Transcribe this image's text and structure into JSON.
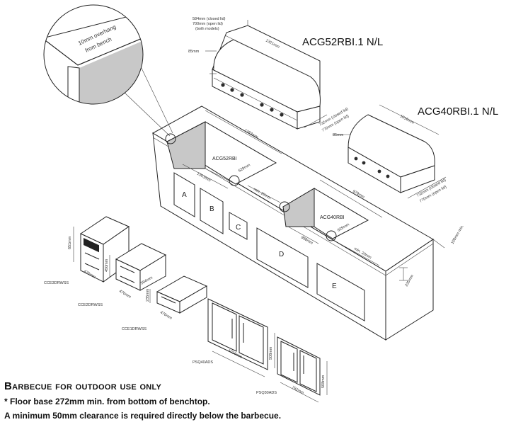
{
  "models": {
    "bbq_large": "ACG52RBI.1 N/L",
    "bbq_small": "ACG40RBI.1 N/L",
    "cutout_large": "ACG52RBI",
    "cutout_small": "ACG40RBI"
  },
  "callout": {
    "overhang_line1": "10mm overhang",
    "overhang_line2": "from bench"
  },
  "dimensions": {
    "lid_height_closed": "584mm (closed lid)",
    "lid_height_open": "700mm (open lid)",
    "lid_height_both": "(both models)",
    "large_width": "1321mm",
    "large_side": "85mm",
    "large_depth_closed": "732mm (closed lid)",
    "large_depth_open": "770mm (open lid)",
    "small_width": "1016mm",
    "small_side": "85mm",
    "small_depth_closed": "732mm (closed lid)",
    "small_depth_open": "770mm (open lid)",
    "cutout_large_width": "1283mm",
    "cutout_large_depth": "1303mm",
    "cutout_large_front": "629mm",
    "cutout_small_width": "979mm",
    "cutout_small_depth": "998mm",
    "cutout_small_front": "629mm",
    "min_gap_1": "min. 20mm",
    "min_gap_2": "min. 20mm",
    "bench_edge": "100mm min.",
    "drop": "235mm",
    "d3_height": "651mm",
    "d3_width": "476mm",
    "d2_height": "450mm",
    "d2_depth": "584mm",
    "d2_width": "476mm",
    "d1_height": "235mm",
    "d1_width": "476mm",
    "psq40_width": "1016mm",
    "psq40_height": "508mm",
    "psq30_width": "762mm",
    "psq30_height": "508mm"
  },
  "cutouts": [
    "A",
    "B",
    "C",
    "D",
    "E"
  ],
  "products": {
    "drawer3": "CCE3DRWSS",
    "drawer2": "CCE2DRWSS",
    "drawer1": "CCE1DRWSS",
    "door_large": "PSQ40ADS",
    "door_small": "PSQ30ADS"
  },
  "footer": {
    "heading": "Barbecue for outdoor use only",
    "note1": "* Floor base 272mm min. from bottom of benchtop.",
    "note2": "A minimum 50mm clearance is required directly below the barbecue."
  }
}
